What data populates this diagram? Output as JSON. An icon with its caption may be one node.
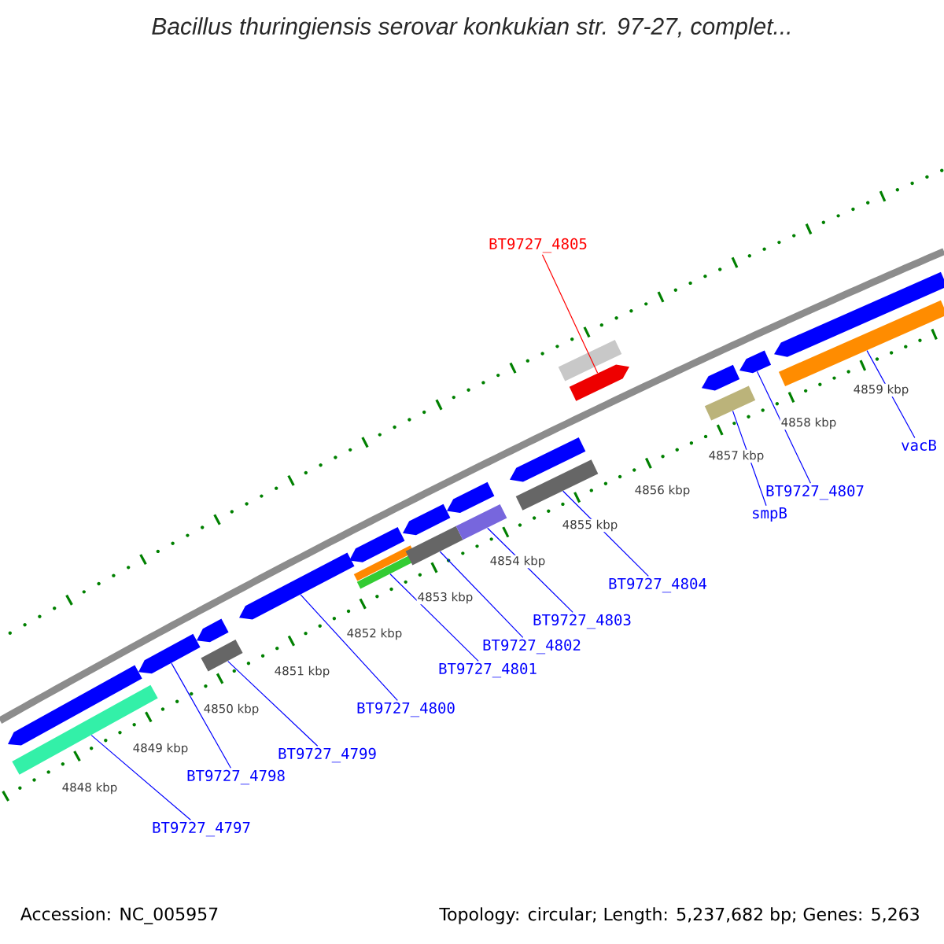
{
  "diagram": {
    "title": "Bacillus thuringiensis serovar konkukian str. 97-27, complet...",
    "nodes": [
      {
        "text": [
          "BT9727_4805"
        ]
      },
      {
        "text": [
          "vacB"
        ]
      },
      {
        "text": [
          "BT9727_4807"
        ]
      },
      {
        "text": [
          "smpB"
        ]
      },
      {
        "text": [
          "BT9727_4804"
        ]
      },
      {
        "text": [
          "BT9727_4803"
        ]
      },
      {
        "text": [
          "BT9727_4802"
        ]
      },
      {
        "text": [
          "BT9727_4801"
        ]
      },
      {
        "text": [
          "BT9727_4800"
        ]
      },
      {
        "text": [
          "BT9727_4799"
        ]
      },
      {
        "text": [
          "BT9727_4798"
        ]
      },
      {
        "text": [
          "BT9727_4797"
        ]
      },
      {
        "text": [],
        "shape": "arrow"
      },
      {
        "text": [],
        "shape": "bar"
      },
      {
        "text": [],
        "shape": "arrow"
      },
      {
        "text": [],
        "shape": "arrow"
      },
      {
        "text": [],
        "shape": "bar"
      },
      {
        "text": [],
        "shape": "arrow"
      },
      {
        "text": [],
        "shape": "arrow"
      },
      {
        "text": [],
        "shape": "bar"
      },
      {
        "text": [],
        "shape": "bar"
      },
      {
        "text": [],
        "shape": "arrow"
      },
      {
        "text": [],
        "shape": "bar"
      },
      {
        "text": [],
        "shape": "arrow"
      },
      {
        "text": [],
        "shape": "bar"
      },
      {
        "text": [],
        "shape": "arrow"
      },
      {
        "text": [],
        "shape": "bar"
      },
      {
        "text": [],
        "shape": "bar"
      },
      {
        "text": [],
        "shape": "arrow"
      },
      {
        "text": [],
        "shape": "arrow"
      },
      {
        "text": [],
        "shape": "bar"
      },
      {
        "text": [],
        "shape": "arrow"
      },
      {
        "text": [],
        "shape": "arrow"
      },
      {
        "text": [],
        "shape": "bar"
      }
    ],
    "edges": [
      {
        "from": 0,
        "to": 28,
        "arrow": "none",
        "color": "#ff0000"
      },
      {
        "from": 1,
        "to": 33,
        "arrow": "none"
      },
      {
        "from": 2,
        "to": 31,
        "arrow": "none"
      },
      {
        "from": 3,
        "to": 30,
        "arrow": "none"
      },
      {
        "from": 4,
        "to": 26,
        "arrow": "none"
      },
      {
        "from": 5,
        "to": 24,
        "arrow": "none"
      },
      {
        "from": 6,
        "to": 22,
        "arrow": "none"
      },
      {
        "from": 7,
        "to": 20,
        "arrow": "none"
      },
      {
        "from": 8,
        "to": 17,
        "arrow": "none"
      },
      {
        "from": 9,
        "to": 16,
        "arrow": "none"
      },
      {
        "from": 10,
        "to": 14,
        "arrow": "none"
      },
      {
        "from": 11,
        "to": 13,
        "arrow": "none"
      }
    ],
    "labels": [
      "4859 kbp",
      "4858 kbp",
      "4857 kbp",
      "4856 kbp",
      "4855 kbp",
      "4854 kbp",
      "4853 kbp",
      "4852 kbp",
      "4851 kbp",
      "4850 kbp",
      "4849 kbp",
      "4848 kbp",
      "Accession: NC_005957",
      "Topology: circular; Length: 5,237,682 bp; Genes: 5,263"
    ]
  }
}
